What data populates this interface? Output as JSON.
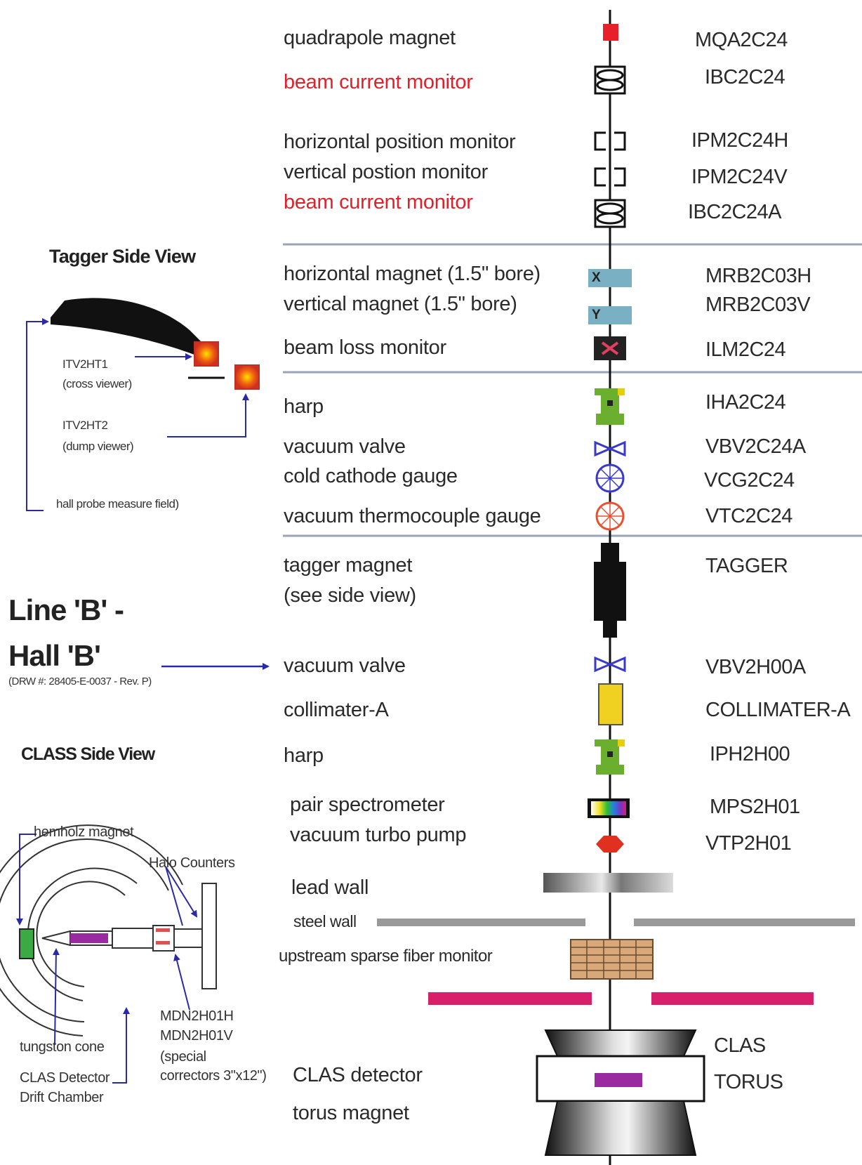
{
  "labels": {
    "quadrapole_magnet": "quadrapole magnet",
    "bcm1": "beam current monitor",
    "hpm": "horizontal position monitor",
    "vpm": "vertical postion monitor",
    "bcm2": "beam current monitor",
    "hmag": "horizontal magnet (1.5\" bore)",
    "vmag": "vertical magnet (1.5\" bore)",
    "blm": "beam loss monitor",
    "harp1": "harp",
    "vvalve1": "vacuum valve",
    "ccg": "cold cathode gauge",
    "vtg": "vacuum thermocouple gauge",
    "tagger1": "tagger magnet",
    "tagger2": "(see side view)",
    "vvalve2": "vacuum valve",
    "collimater": "collimater-A",
    "harp2": "harp",
    "pair_spec": "pair spectrometer",
    "turbo": "vacuum turbo pump",
    "lead_wall": "lead wall",
    "steel_wall": "steel wall",
    "usfm": "upstream sparse fiber monitor",
    "clas_det": "CLAS detector",
    "torus_mag": "torus magnet"
  },
  "codes": {
    "mqa": "MQA2C24",
    "ibc": "IBC2C24",
    "ipmh": "IPM2C24H",
    "ipmv": "IPM2C24V",
    "ibca": "IBC2C24A",
    "mrbh": "MRB2C03H",
    "mrbv": "MRB2C03V",
    "ilm": "ILM2C24",
    "iha": "IHA2C24",
    "vbv": "VBV2C24A",
    "vcg": "VCG2C24",
    "vtc": "VTC2C24",
    "tagger": "TAGGER",
    "vbvh": "VBV2H00A",
    "coll": "COLLIMATER-A",
    "iph": "IPH2H00",
    "mps": "MPS2H01",
    "vtp": "VTP2H01",
    "clas": "CLAS",
    "torus": "TORUS"
  },
  "tagger_view": {
    "title": "Tagger Side View",
    "itv1": "ITV2HT1",
    "itv1_sub": "(cross viewer)",
    "itv2": "ITV2HT2",
    "itv2_sub": "(dump viewer)",
    "hall_probe": "hall probe measure field)"
  },
  "line_title": {
    "line1": "Line 'B' -",
    "line2": "Hall 'B'",
    "drw": "(DRW #: 28405-E-0037 - Rev. P)"
  },
  "class_view": {
    "title": "CLASS Side View",
    "hemholz": "hemholz magnet",
    "halo": "Halo Counters",
    "tungsten": "tungston cone",
    "clas_det": "CLAS Detector",
    "drift": "Drift Chamber",
    "mdn1": "MDN2H01H",
    "mdn2": "MDN2H01V",
    "special": "(special",
    "correctors": "correctors 3\"x12\")"
  },
  "icons": {
    "mag_x": "X",
    "mag_y": "Y"
  },
  "colors": {
    "red_text": "#e0202a",
    "quad": "#e8202a",
    "steering_mag": "#7ab0c4",
    "harp_green": "#6ab02e",
    "harp_yellow": "#e8d000",
    "valve_blue": "#3a3ac8",
    "gauge_orange": "#e85030",
    "collimater_yellow": "#f0d020",
    "fiber_tan": "#d9a878",
    "magenta_bar": "#d8206a",
    "purple": "#9a2aa0",
    "arrow_blue": "#2a2aa8",
    "divider": "#9aa6b8"
  }
}
